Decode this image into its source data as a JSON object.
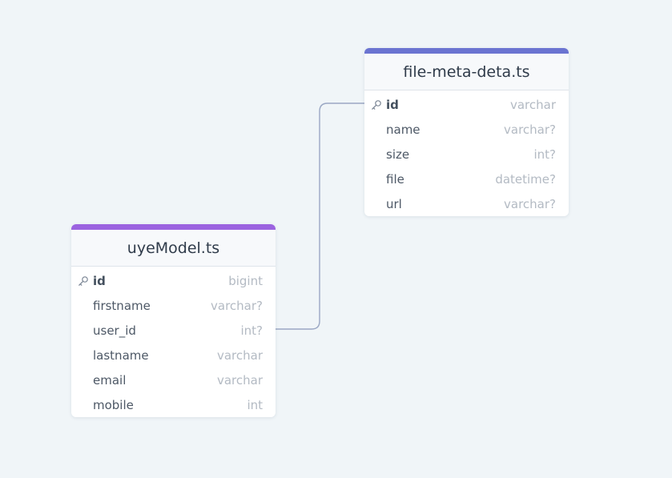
{
  "colors": {
    "background": "#f0f5f8",
    "connector": "#9aa7c4",
    "file_meta_accent": "#6b74d1",
    "uye_model_accent": "#9b63e0"
  },
  "tables": {
    "file_meta": {
      "title": "file-meta-deta.ts",
      "columns": [
        {
          "name": "id",
          "type": "varchar",
          "primary_key": true,
          "icon": "key-icon"
        },
        {
          "name": "name",
          "type": "varchar?"
        },
        {
          "name": "size",
          "type": "int?"
        },
        {
          "name": "file",
          "type": "datetime?"
        },
        {
          "name": "url",
          "type": "varchar?"
        }
      ]
    },
    "uye_model": {
      "title": "uyeModel.ts",
      "columns": [
        {
          "name": "id",
          "type": "bigint",
          "primary_key": true,
          "icon": "key-icon"
        },
        {
          "name": "firstname",
          "type": "varchar?"
        },
        {
          "name": "user_id",
          "type": "int?"
        },
        {
          "name": "lastname",
          "type": "varchar"
        },
        {
          "name": "email",
          "type": "varchar"
        },
        {
          "name": "mobile",
          "type": "int"
        }
      ]
    }
  },
  "relations": [
    {
      "from": "uyeModel.ts.user_id",
      "to": "file-meta-deta.ts.id"
    }
  ]
}
